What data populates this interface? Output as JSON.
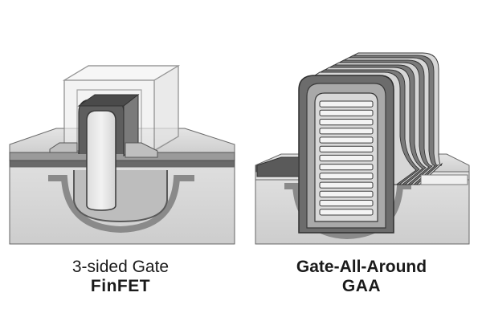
{
  "diagram": {
    "left": {
      "caption_line1": "3-sided Gate",
      "caption_line2": "FinFET"
    },
    "right": {
      "caption_line1": "Gate-All-Around",
      "caption_line2": "GAA",
      "nanosheet_count": 13,
      "gate_wrap_layers": 9
    }
  },
  "colors": {
    "substrate": "#d9d9d9",
    "substrate_side": "#c4c4c4",
    "oxide": "#9a9a9a",
    "dark_layer": "#5f5f5f",
    "fin": "#e6e6e6",
    "gate_glass": "#e8e8e8",
    "outline": "#3a3a3a"
  }
}
